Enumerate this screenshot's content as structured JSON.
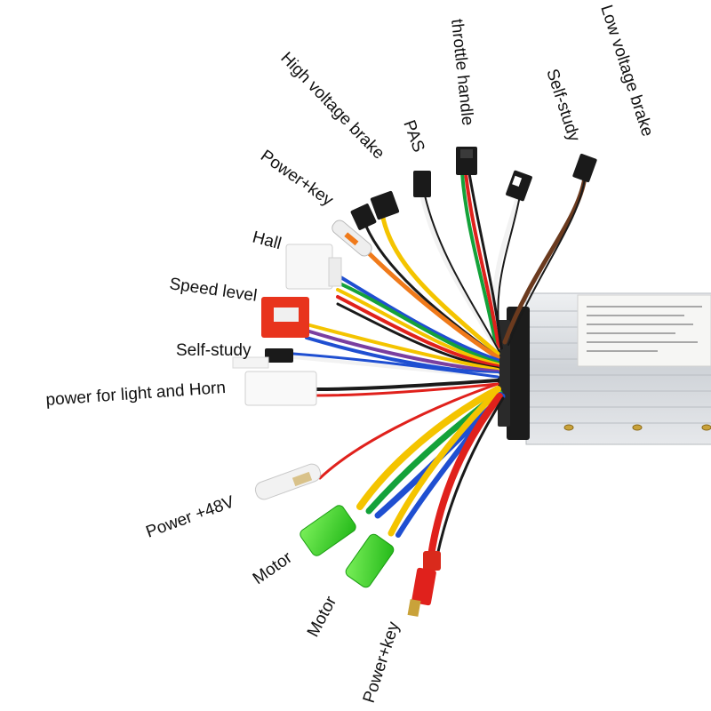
{
  "labels": {
    "low_voltage_brake": "Low voltage brake",
    "self_study_top": "Self-study",
    "throttle_handle": "throttle handle",
    "pas": "PAS",
    "high_voltage_brake": "High voltage brake",
    "power_key_top": "Power+key",
    "hall": "Hall",
    "speed_level": "Speed level",
    "self_study_left": "Self-study",
    "power_light_horn": "power for light and Horn",
    "power_48v": "Power +48V",
    "motor_1": "Motor",
    "motor_2": "Motor",
    "power_key_bottom": "Power+key"
  },
  "wire_colors": {
    "red": "#e0211c",
    "yellow": "#f4c400",
    "green": "#14a23a",
    "blue": "#1f4fd1",
    "orange": "#f07a1a",
    "black": "#1a1a1a",
    "white": "#f2f2f2",
    "brown": "#6b3a1e",
    "purple": "#7a3fa0",
    "lime_connector": "#33e019",
    "speed_connector": "#e8341d"
  },
  "controller_body_color": "#d5d9de"
}
